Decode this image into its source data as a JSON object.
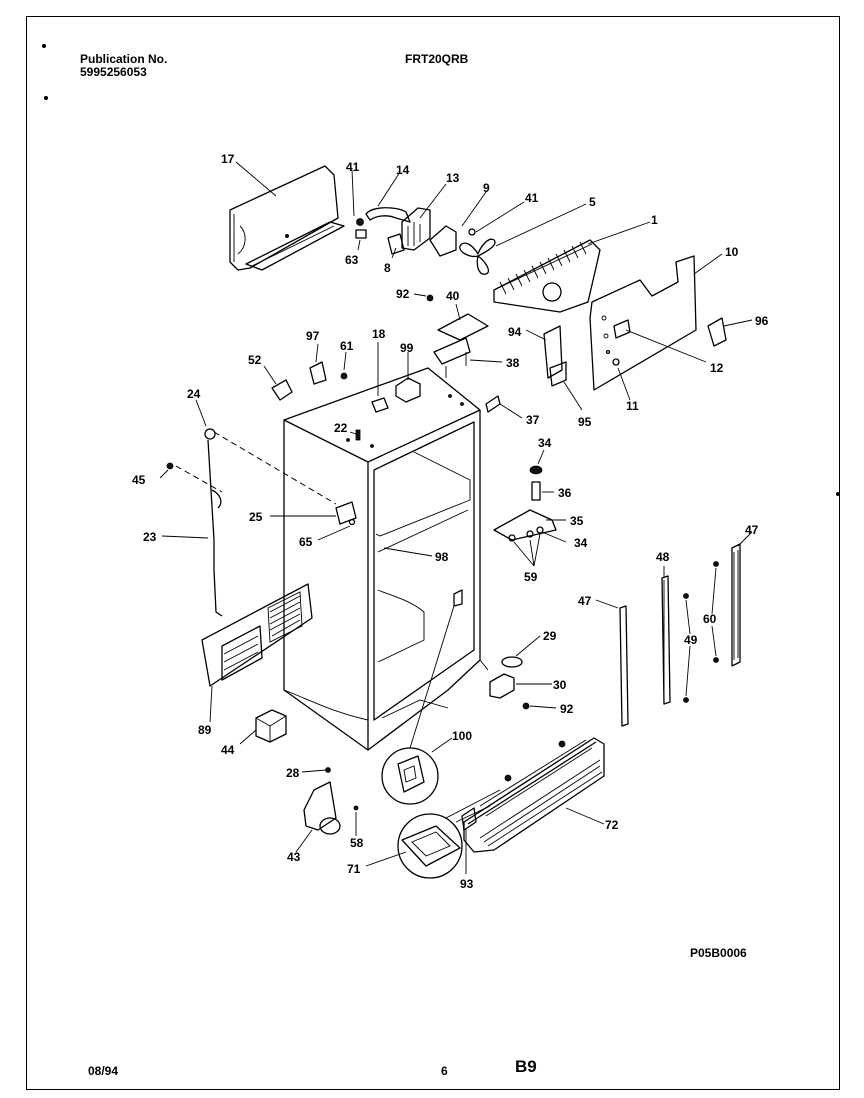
{
  "header": {
    "publication_label": "Publication No.",
    "publication_number": "5995256053",
    "model": "FRT20QRB"
  },
  "diagram_code": "P05B0006",
  "footer": {
    "date": "08/94",
    "page": "6",
    "section": "B9"
  },
  "callouts": {
    "c17": "17",
    "c41a": "41",
    "c14": "14",
    "c13": "13",
    "c9": "9",
    "c41b": "41",
    "c5": "5",
    "c1": "1",
    "c10": "10",
    "c63": "63",
    "c8": "8",
    "c92a": "92",
    "c40": "40",
    "c94": "94",
    "c96": "96",
    "c97": "97",
    "c61": "61",
    "c18": "18",
    "c99": "99",
    "c38a": "38",
    "c52": "52",
    "c12": "12",
    "c11": "11",
    "c95": "95",
    "c24": "24",
    "c22": "22",
    "c37": "37",
    "c34a": "34",
    "c45": "45",
    "c36": "36",
    "c25": "25",
    "c35": "35",
    "c23": "23",
    "c65": "65",
    "c34b": "34",
    "c47a": "47",
    "c98": "98",
    "c59": "59",
    "c48": "48",
    "c47b": "47",
    "c60": "60",
    "c49": "49",
    "c29": "29",
    "c89": "89",
    "c30": "30",
    "c92b": "92",
    "c44": "44",
    "c100": "100",
    "c28": "28",
    "c58": "58",
    "c72": "72",
    "c43": "43",
    "c71": "71",
    "c93": "93"
  }
}
